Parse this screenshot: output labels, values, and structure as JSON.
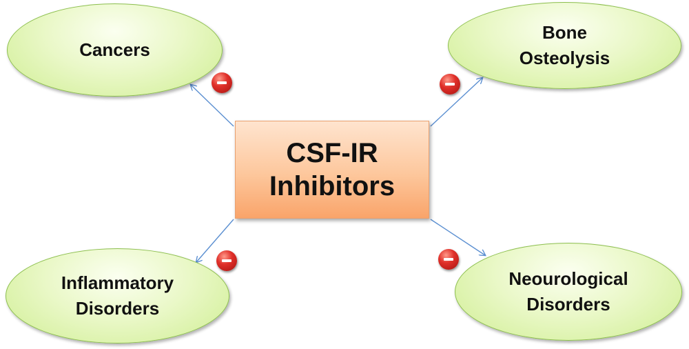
{
  "center": {
    "line1": "CSF-IR",
    "line2": "Inhibitors"
  },
  "nodes": {
    "cancers": {
      "lines": [
        "Cancers"
      ]
    },
    "bone": {
      "lines": [
        "Bone",
        "Osteolysis"
      ]
    },
    "inflammatory": {
      "lines": [
        "Inflammatory",
        "Disorders"
      ]
    },
    "neuro": {
      "lines": [
        "Neourological",
        "Disorders"
      ]
    }
  },
  "markers": {
    "symbol": "minus-icon",
    "color": "#d42a24"
  },
  "colors": {
    "node_fill": "#e3f5bd",
    "node_border": "#8cbf4d",
    "center_fill": "#fdc79c",
    "center_border": "#e9a06f",
    "arrow": "#5b8fd1"
  }
}
